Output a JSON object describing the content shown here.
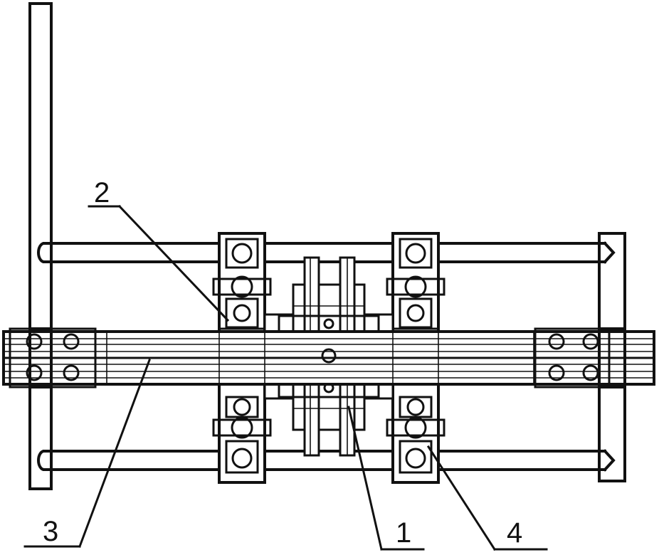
{
  "labels": {
    "part_1": "1",
    "part_2": "2",
    "part_3": "3",
    "part_4": "4"
  },
  "colors": {
    "line": "#111111",
    "background": "#ffffff"
  }
}
